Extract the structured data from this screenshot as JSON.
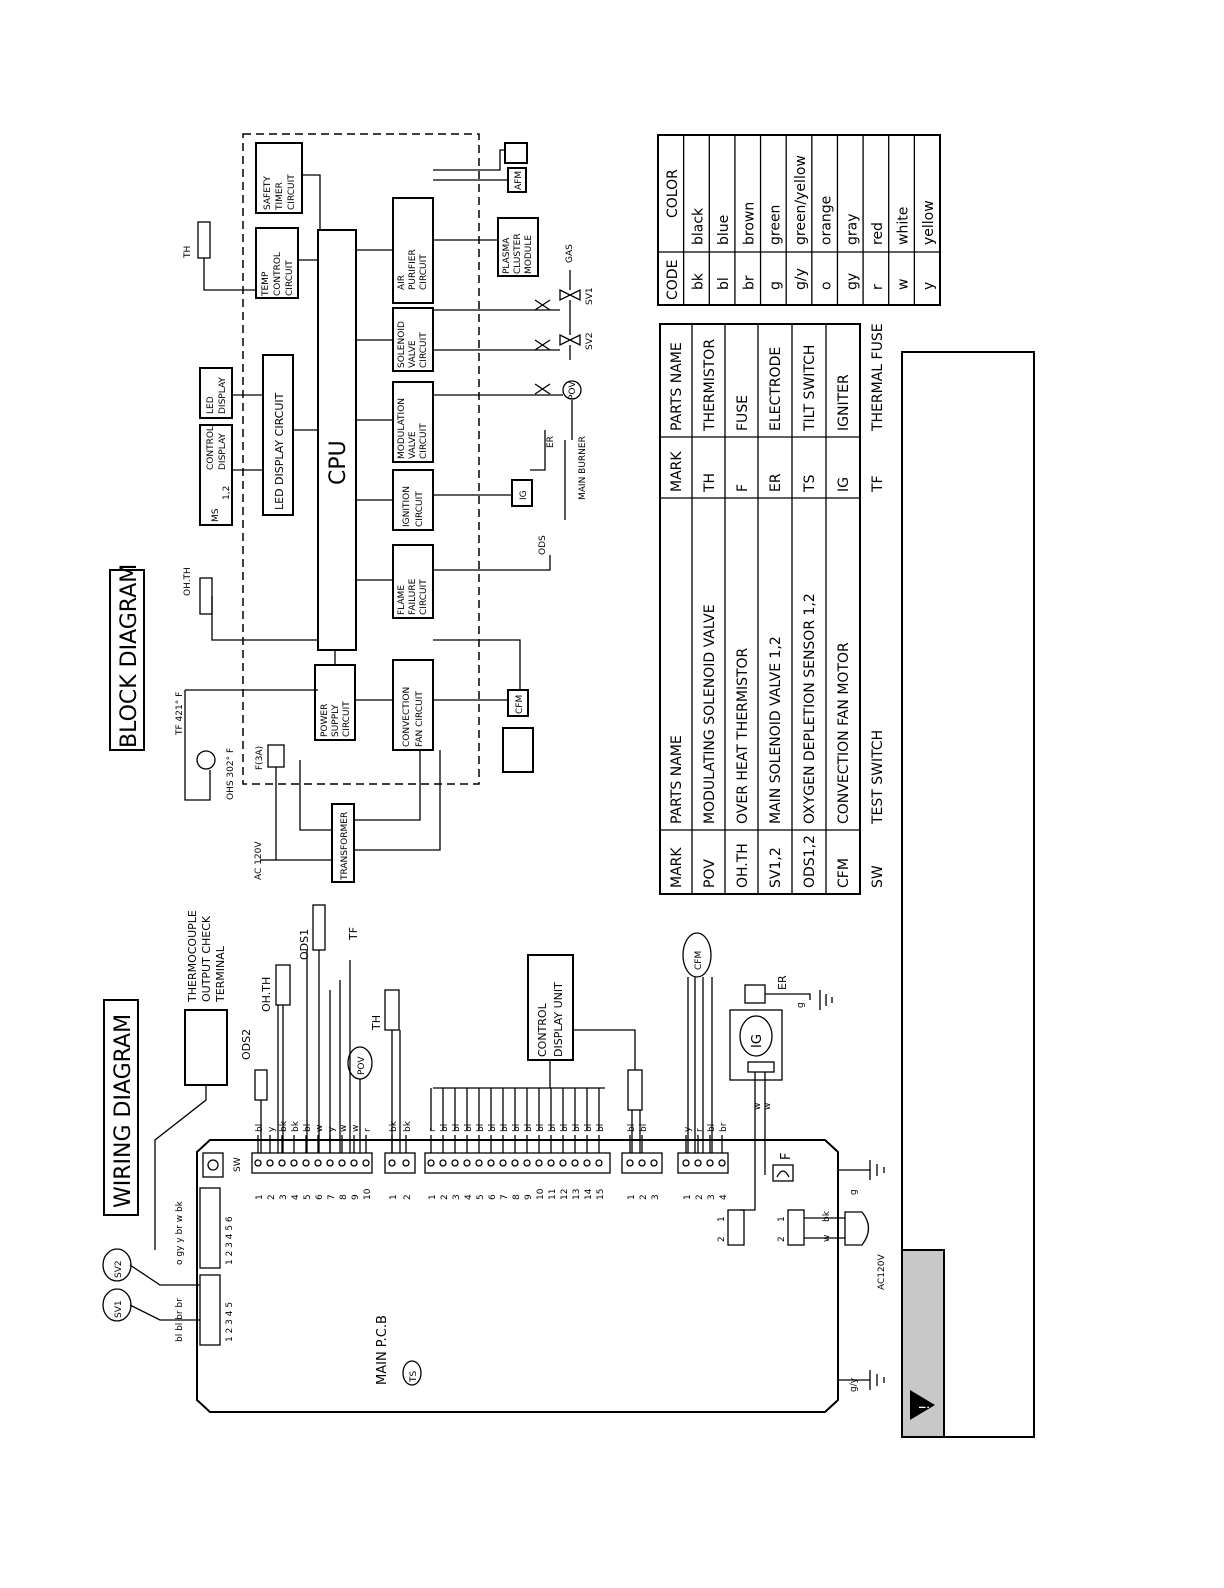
{
  "titles": {
    "block_diagram": "BLOCK DIAGRAM",
    "wiring_diagram": "WIRING DIAGRAM"
  },
  "block": {
    "cpu": "CPU",
    "safety": [
      "SAFETY",
      "TIMER",
      "CIRCUIT"
    ],
    "temp": [
      "TEMP",
      "CONTROL",
      "CIRCUIT"
    ],
    "air": [
      "AIR",
      "PURIFIER",
      "CIRCUIT"
    ],
    "solenoid": [
      "SOLENOID",
      "VALVE",
      "CIRCUIT"
    ],
    "modulation": [
      "MODULATION",
      "VALVE",
      "CIRCUIT"
    ],
    "ignition": [
      "IGNITION",
      "CIRCUIT"
    ],
    "flame": [
      "FLAME",
      "FAILURE",
      "CIRCUIT"
    ],
    "convection": [
      "CONVECTION",
      "FAN CIRCUIT"
    ],
    "power": [
      "POWER",
      "SUPPLY",
      "CIRCUIT"
    ],
    "led_circuit": "LED DISPLAY CIRCUIT",
    "led_display": [
      "LED",
      "DISPLAY"
    ],
    "control_display": [
      "CONTROL",
      "DISPLAY"
    ],
    "ms": "MS",
    "ms_num": "1,2",
    "transformer": "TRANSFORMER",
    "plasma": [
      "PLASMA",
      "CLUSTER",
      "MODULE"
    ],
    "afm": "AFM",
    "cfm": "CFM",
    "ig": "IG",
    "er": "ER",
    "pov": "POV",
    "ods": "ODS",
    "gas": "GAS",
    "sv1": "SV1",
    "sv2": "SV2",
    "main_burner": "MAIN BURNER",
    "th": "TH",
    "ohth": "OH.TH",
    "tf": "TF 421° F",
    "ohs": "OHS 302° F",
    "fuse": "F(3A)",
    "ac": "AC 120V"
  },
  "wiring": {
    "main_pcb": "MAIN P.C.B",
    "ts": "TS",
    "sw": "SW",
    "thermocouple": [
      "THERMOCOUPLE",
      "OUTPUT CHECK",
      "TERMINAL"
    ],
    "ods1": "ODS1",
    "ods2": "ODS2",
    "ohth": "OH.TH",
    "tf": "TF",
    "th": "TH",
    "pov": "POV",
    "control_display_unit": [
      "CONTROL",
      "DISPLAY UNIT"
    ],
    "cfm": "CFM",
    "ig": "IG",
    "er": "ER",
    "fuse": "F",
    "sv1": "SV1",
    "sv2": "SV2",
    "ac": "AC120V",
    "g": "g",
    "gy": "g/y",
    "conn_left_pins": "1 2 3 4 5",
    "conn_left_wires": "bl bl  br br",
    "conn_mid_pins": "1 2 3 4 5 6",
    "conn_mid_wires": "o gy y br w bk",
    "conn_a_pins": [
      "1",
      "2",
      "3",
      "4",
      "5",
      "6",
      "7",
      "8",
      "9",
      "10"
    ],
    "conn_a_wires": [
      "bl",
      "y",
      "bk",
      "bk",
      "bl",
      "w",
      "y",
      "w",
      "w",
      "r"
    ],
    "conn_b_pins": [
      "1",
      "2"
    ],
    "conn_b_wires": [
      "bk",
      "bk"
    ],
    "conn_c_pins": [
      "1",
      "2",
      "3",
      "4",
      "5",
      "6",
      "7",
      "8",
      "9",
      "10",
      "11",
      "12",
      "13",
      "14",
      "15"
    ],
    "conn_c_wires": [
      "r",
      "bl",
      "bl",
      "bl",
      "bl",
      "bl",
      "bl",
      "bl",
      "bl",
      "bl",
      "bl",
      "bl",
      "bl",
      "bl",
      "bl"
    ],
    "conn_d_pins": [
      "1",
      "2",
      "3"
    ],
    "conn_d_wires": [
      "bl",
      "bl"
    ],
    "conn_e_pins": [
      "1",
      "2",
      "3",
      "4"
    ],
    "conn_e_wires": [
      "y",
      "r",
      "bl",
      "br"
    ],
    "ig_wires": [
      "w",
      "w"
    ],
    "bottom_left_pins": [
      "1",
      "2"
    ],
    "bottom_right_pins": [
      "1",
      "2"
    ],
    "bottom_right_wires": [
      "bk",
      "w"
    ]
  },
  "parts_table": {
    "headers": [
      "MARK",
      "PARTS NAME",
      "MARK",
      "PARTS NAME"
    ],
    "rows": [
      [
        "POV",
        "MODULATING SOLENOID VALVE",
        "TH",
        "THERMISTOR"
      ],
      [
        "OH.TH",
        "OVER HEAT THERMISTOR",
        "F",
        "FUSE"
      ],
      [
        "SV1,2",
        "MAIN SOLENOID VALVE 1,2",
        "ER",
        "ELECTRODE"
      ],
      [
        "ODS1,2",
        "OXYGEN DEPLETION SENSOR 1,2",
        "TS",
        "TILT SWITCH"
      ],
      [
        "CFM",
        "CONVECTION FAN MOTOR",
        "IG",
        "IGNITER"
      ],
      [
        "SW",
        "TEST SWITCH",
        "TF",
        "THERMAL FUSE"
      ]
    ]
  },
  "color_table": {
    "headers": [
      "CODE",
      "COLOR"
    ],
    "rows": [
      [
        "bk",
        "black"
      ],
      [
        "bl",
        "blue"
      ],
      [
        "br",
        "brown"
      ],
      [
        "g",
        "green"
      ],
      [
        "g/y",
        "green/yellow"
      ],
      [
        "o",
        "orange"
      ],
      [
        "gy",
        "gray"
      ],
      [
        "r",
        "red"
      ],
      [
        "w",
        "white"
      ],
      [
        "y",
        "yellow"
      ]
    ]
  },
  "warning": {
    "icon": "warning-triangle-icon",
    "text": ""
  }
}
